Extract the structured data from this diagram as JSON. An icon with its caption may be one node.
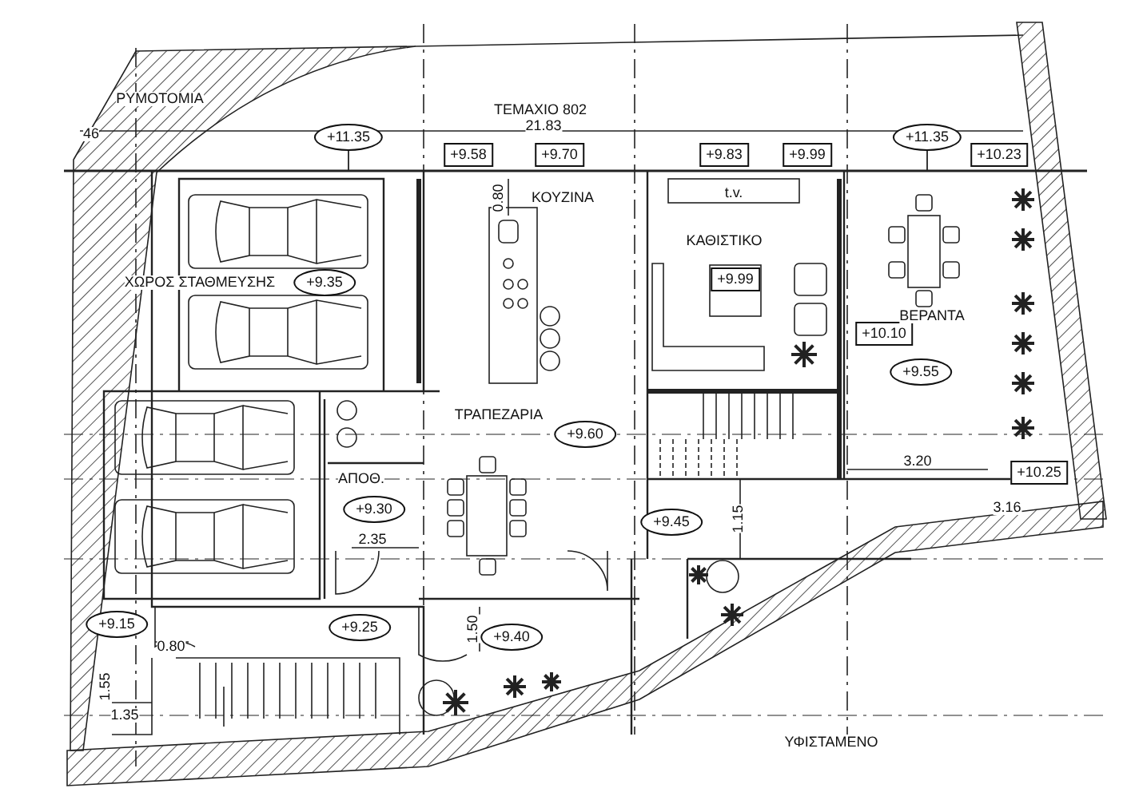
{
  "diagram": {
    "nodes": [
      {
        "text": [
          "+11.35"
        ]
      },
      {
        "text": [
          "+9.58"
        ]
      },
      {
        "text": [
          "+9.70"
        ]
      },
      {
        "text": [
          "+9.83"
        ]
      },
      {
        "text": [
          "+9.99"
        ]
      },
      {
        "text": [
          "+11.35"
        ]
      },
      {
        "text": [
          "+10.23"
        ]
      },
      {
        "text": [
          "+9.35"
        ]
      },
      {
        "text": [
          "+9.99"
        ]
      },
      {
        "text": [
          "+10.10"
        ]
      },
      {
        "text": [
          "+9.55"
        ]
      },
      {
        "text": [
          "+9.60"
        ]
      },
      {
        "text": [
          "+9.30"
        ]
      },
      {
        "text": [
          "+9.45"
        ]
      },
      {
        "text": [
          "+10.25"
        ]
      },
      {
        "text": [
          "+9.15"
        ]
      },
      {
        "text": [
          "+9.25"
        ]
      },
      {
        "text": [
          "+9.40"
        ]
      }
    ],
    "edges": [
      {
        "from": 0,
        "to": null,
        "arrow": "none"
      },
      {
        "from": 5,
        "to": null,
        "arrow": "none"
      }
    ],
    "labels": [
      "ΡΥΜΟΤΟΜΙΑ",
      "ΤΕΜΑΧΙΟ 802",
      "21.83",
      "46",
      "0.80",
      "ΚΟΥΖΙΝΑ",
      "t.v.",
      "ΚΑΘΙΣΤΙΚΟ",
      "ΧΩΡΟΣ ΣΤΑΘΜΕΥΣΗΣ",
      "ΒΕΡΑΝΤΑ",
      "ΤΡΑΠΕΖΑΡΙΑ",
      "ΑΠΟΘ.",
      "3.20",
      "3.16",
      "2.35",
      "1.15",
      "0.80",
      "1.50",
      "1.55",
      "1.35",
      "ΥΦΙΣΤΑΜΕΝΟ"
    ]
  }
}
